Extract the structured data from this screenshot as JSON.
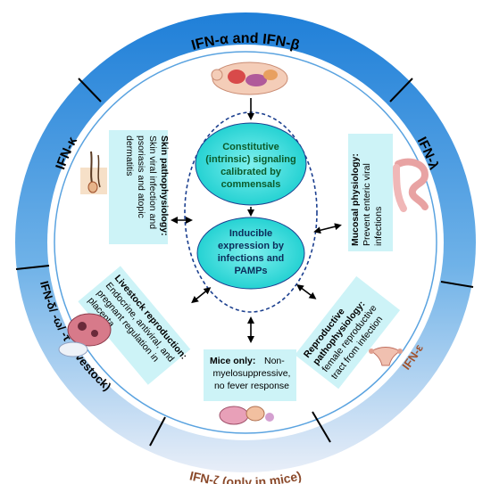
{
  "ring": {
    "top": "IFN-α and IFN-β",
    "left": "IFN-κ",
    "right": "IFN-λ",
    "lower_left": "IFN-δ/ -ω/ -τ (Livestock)",
    "lower_right": "IFN-ε",
    "bottom": "IFN-ζ (only in mice)"
  },
  "center": {
    "top_lines": [
      "Constitutive",
      "(intrinsic)  signaling",
      "calibrated  by",
      "commensals"
    ],
    "bottom_lines": [
      "Inducible",
      "expression by",
      "infections and",
      "PAMPs"
    ]
  },
  "boxes": {
    "skin": {
      "title": "Skin pathophysiology:",
      "lines": [
        "Skin viral infection and",
        "psoriasis and atopic",
        "dermatitis"
      ]
    },
    "mucosal": {
      "title": "Mucosal physiology:",
      "lines": [
        "Prevent enteric viral",
        "infections"
      ]
    },
    "livestock": {
      "title": "Livestock reproduction:",
      "lines": [
        "Endocrine, antiviral, and",
        "pregnant regulation in",
        "placenta"
      ]
    },
    "reproductive": {
      "title": "Reproductive",
      "title2": "pathophysiology:",
      "lines": [
        "female reproductive",
        "tract from infection"
      ]
    },
    "mice": {
      "title": "Mice only:",
      "lines": [
        "Non-",
        "myelosuppressive,",
        "no fever response"
      ]
    }
  },
  "colors": {
    "ring_dark": "#2e86d6",
    "ring_light": "#d4e4f5",
    "center_fill": "#2ad6d4",
    "center_text": "#0a3a6b",
    "box_fill": "#cdf3f7",
    "bottom_label": "#a0522d"
  },
  "icons": [
    "mouse-anatomy-icon",
    "hair-follicle-icon",
    "intestine-icon",
    "placenta-icon",
    "uterus-icon",
    "mouse-organs-icon"
  ]
}
